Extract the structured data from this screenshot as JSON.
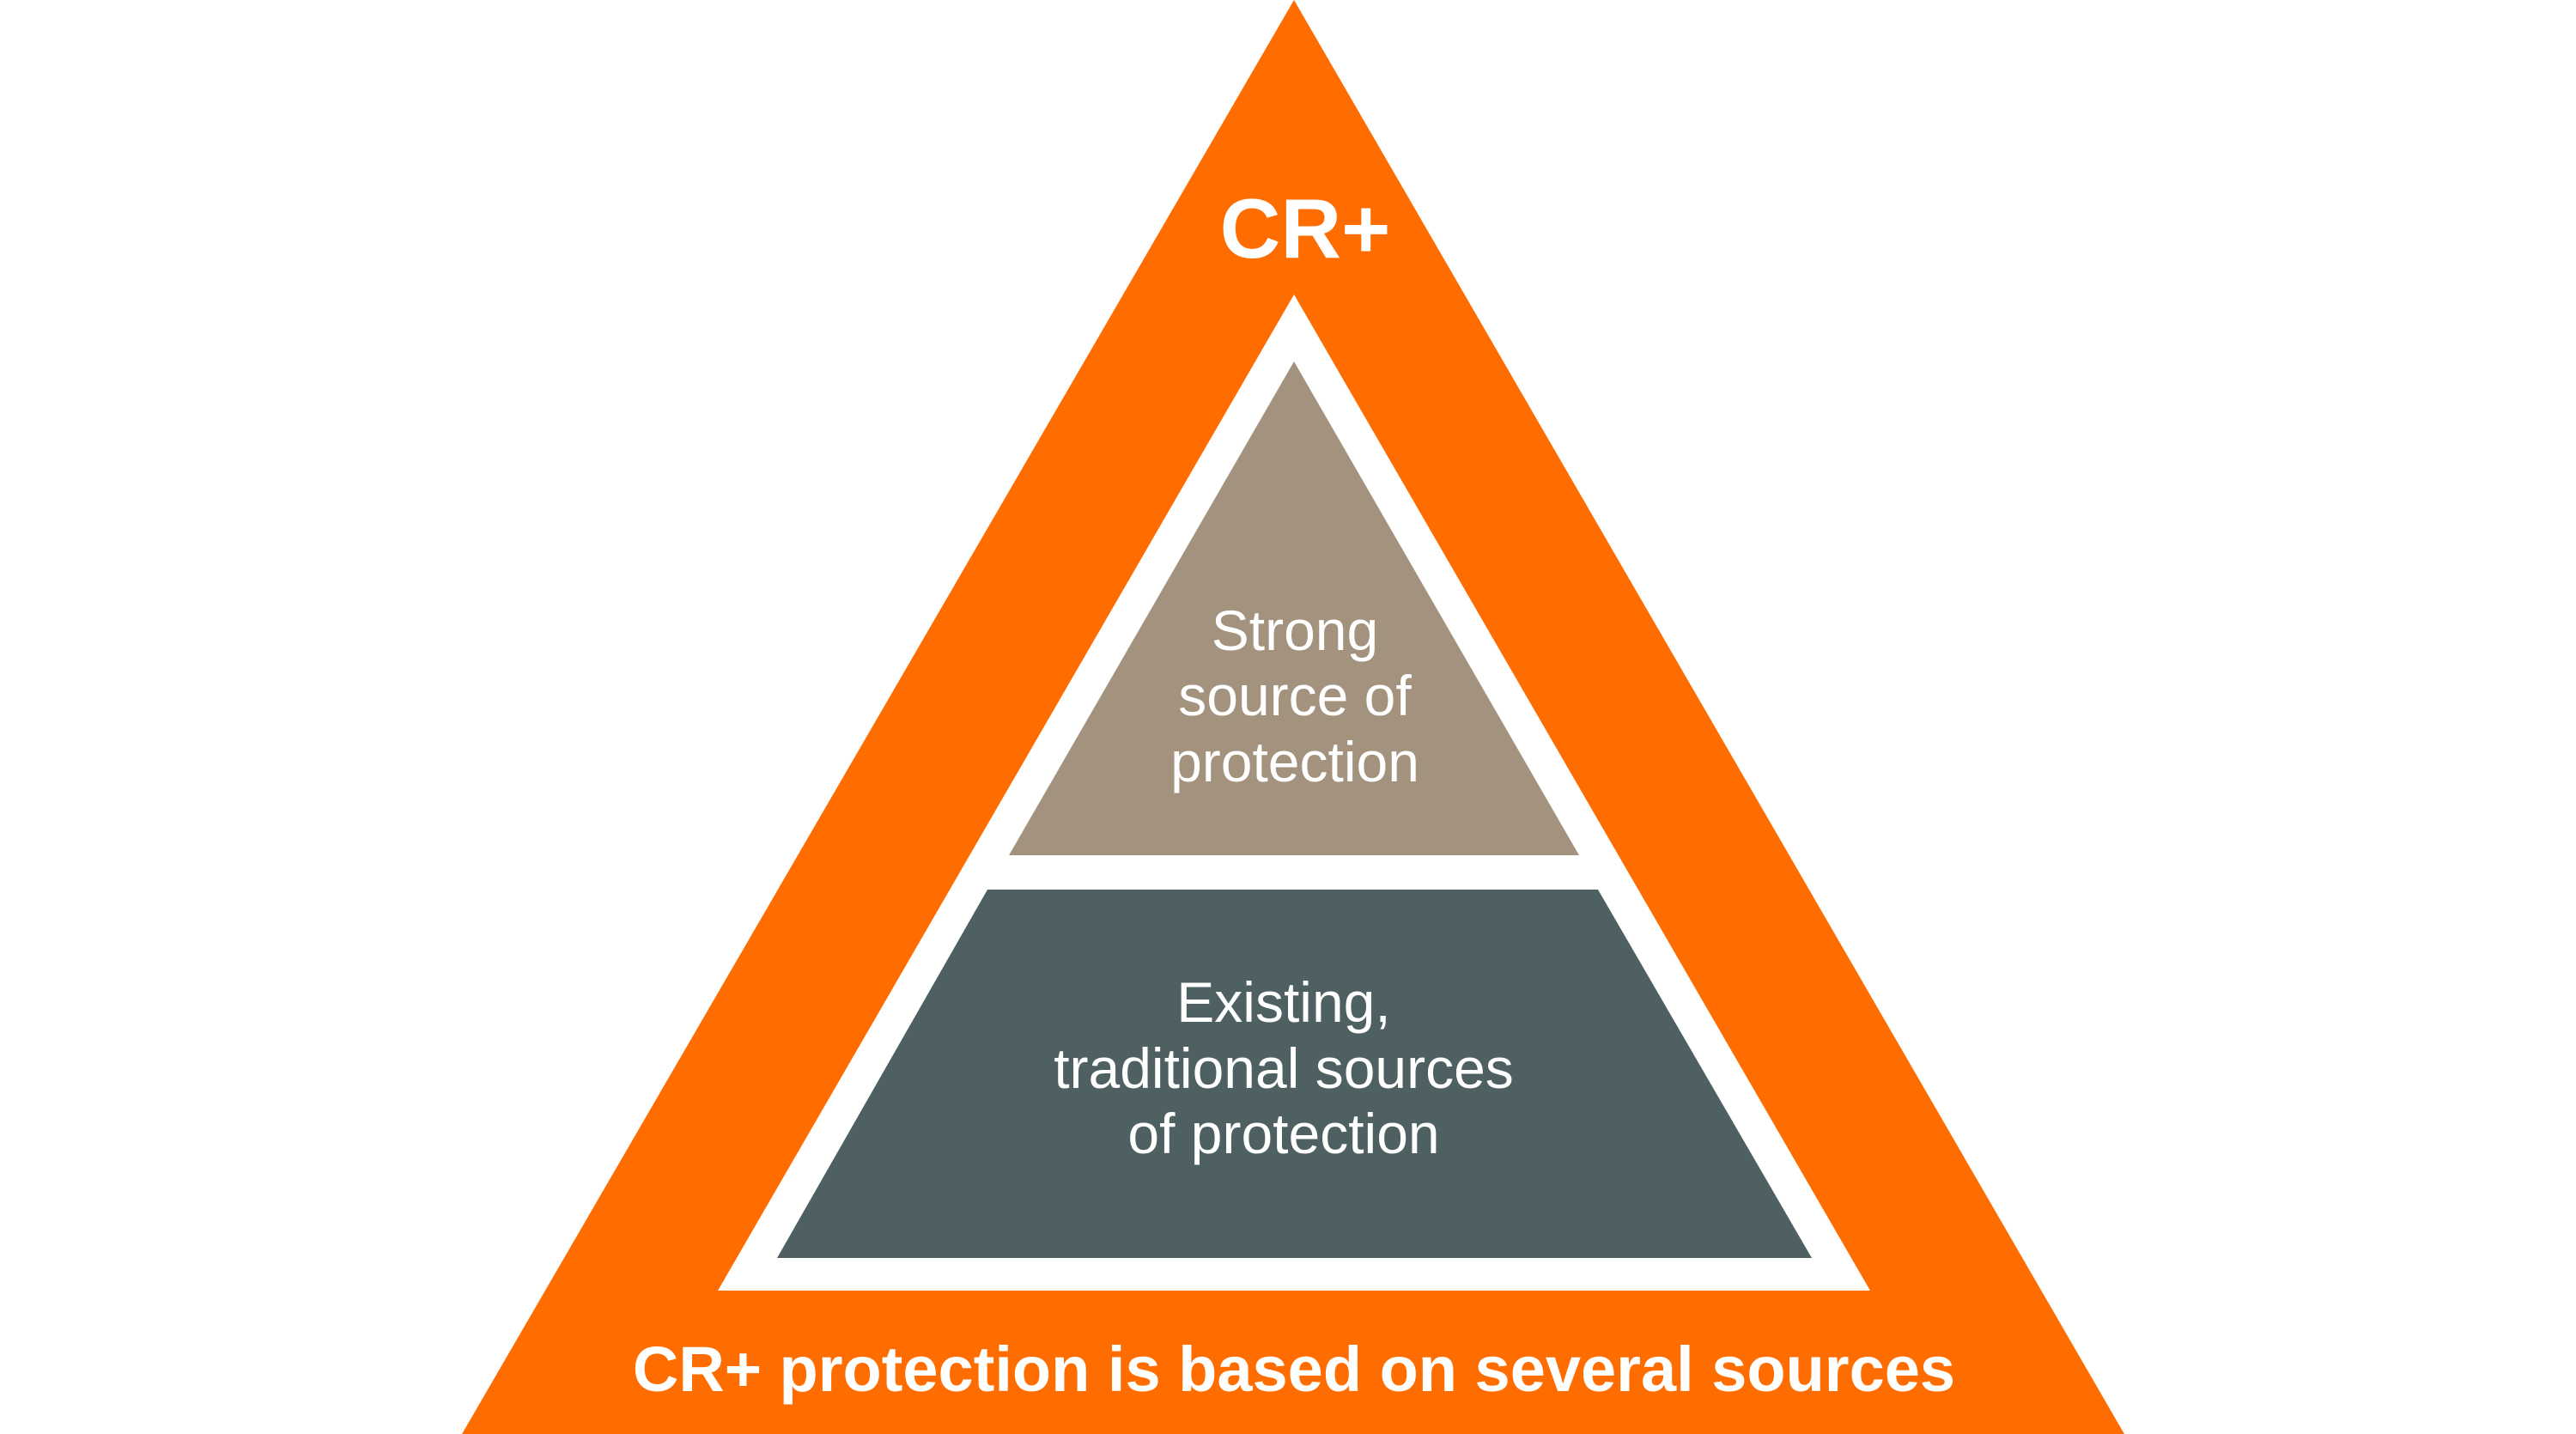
{
  "diagram": {
    "title": "CR+",
    "caption": "CR+ protection is based on several sources",
    "top_tier": {
      "lines": [
        "Strong",
        "source of",
        "protection"
      ]
    },
    "bottom_tier": {
      "lines": [
        "Existing,",
        "traditional sources",
        "of protection"
      ]
    },
    "colors": {
      "outer": "#FF6C00",
      "gap": "#FFFFFF",
      "top_tier": "#A3937E",
      "bottom_tier": "#4E6061",
      "text": "#FFFFFF"
    }
  }
}
